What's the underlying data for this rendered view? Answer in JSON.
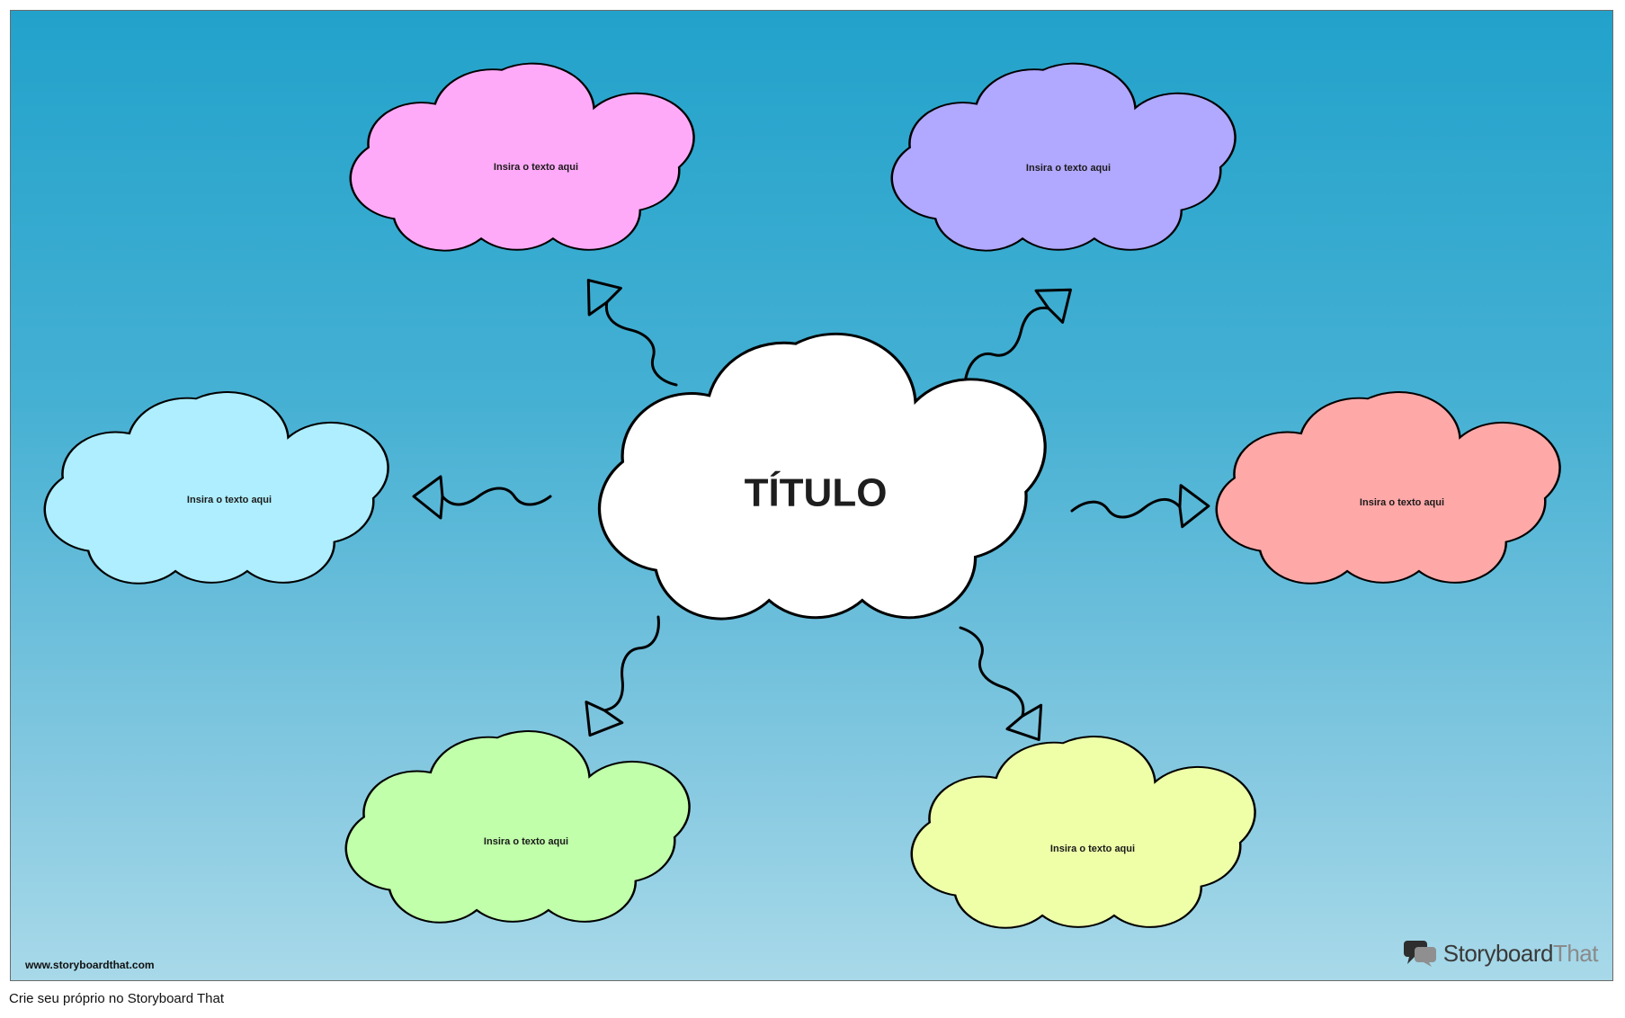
{
  "diagram": {
    "title": "TÍTULO",
    "bubbles": [
      {
        "id": "pink",
        "text": "Insira o texto aqui",
        "color": "#ffaaf8"
      },
      {
        "id": "purple",
        "text": "Insira o texto aqui",
        "color": "#b1a8ff"
      },
      {
        "id": "lightblue",
        "text": "Insira o texto aqui",
        "color": "#aeeeff"
      },
      {
        "id": "salmon",
        "text": "Insira o texto aqui",
        "color": "#ffa8a8"
      },
      {
        "id": "green",
        "text": "Insira o texto aqui",
        "color": "#c1ffaa"
      },
      {
        "id": "yellow",
        "text": "Insira o texto aqui",
        "color": "#eeffa8"
      }
    ],
    "center_color": "#ffffff"
  },
  "watermark": {
    "url": "www.storyboardthat.com",
    "brand_bold": "Storyboard",
    "brand_light": "That"
  },
  "footer": {
    "text": "Crie seu próprio no Storyboard That"
  },
  "colors": {
    "sky_top": "#22a2cb",
    "sky_bottom": "#a8d9e9",
    "outline": "#000000"
  }
}
